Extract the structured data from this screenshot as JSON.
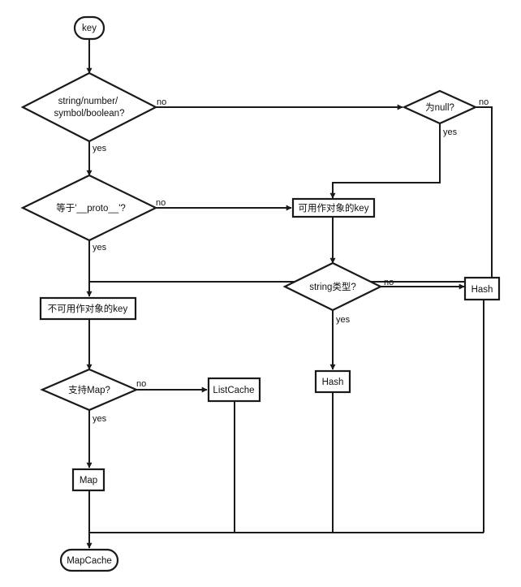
{
  "nodes": {
    "key": "key",
    "is_primitive": [
      "string/number/",
      "symbol/boolean?"
    ],
    "is_proto": "等于'__proto__'?",
    "is_null": "为null?",
    "usable_key": "可用作对象的key",
    "is_string": "string类型?",
    "hash_right": "Hash",
    "unusable_key": "不可用作对象的key",
    "supports_map": "支持Map?",
    "list_cache": "ListCache",
    "hash_mid": "Hash",
    "map": "Map",
    "map_cache": "MapCache"
  },
  "edges": {
    "primitive_no": "no",
    "primitive_yes": "yes",
    "null_no": "no",
    "null_yes": "yes",
    "proto_no": "no",
    "proto_yes": "yes",
    "string_no": "no",
    "string_yes": "yes",
    "map_no": "no",
    "map_yes": "yes"
  }
}
